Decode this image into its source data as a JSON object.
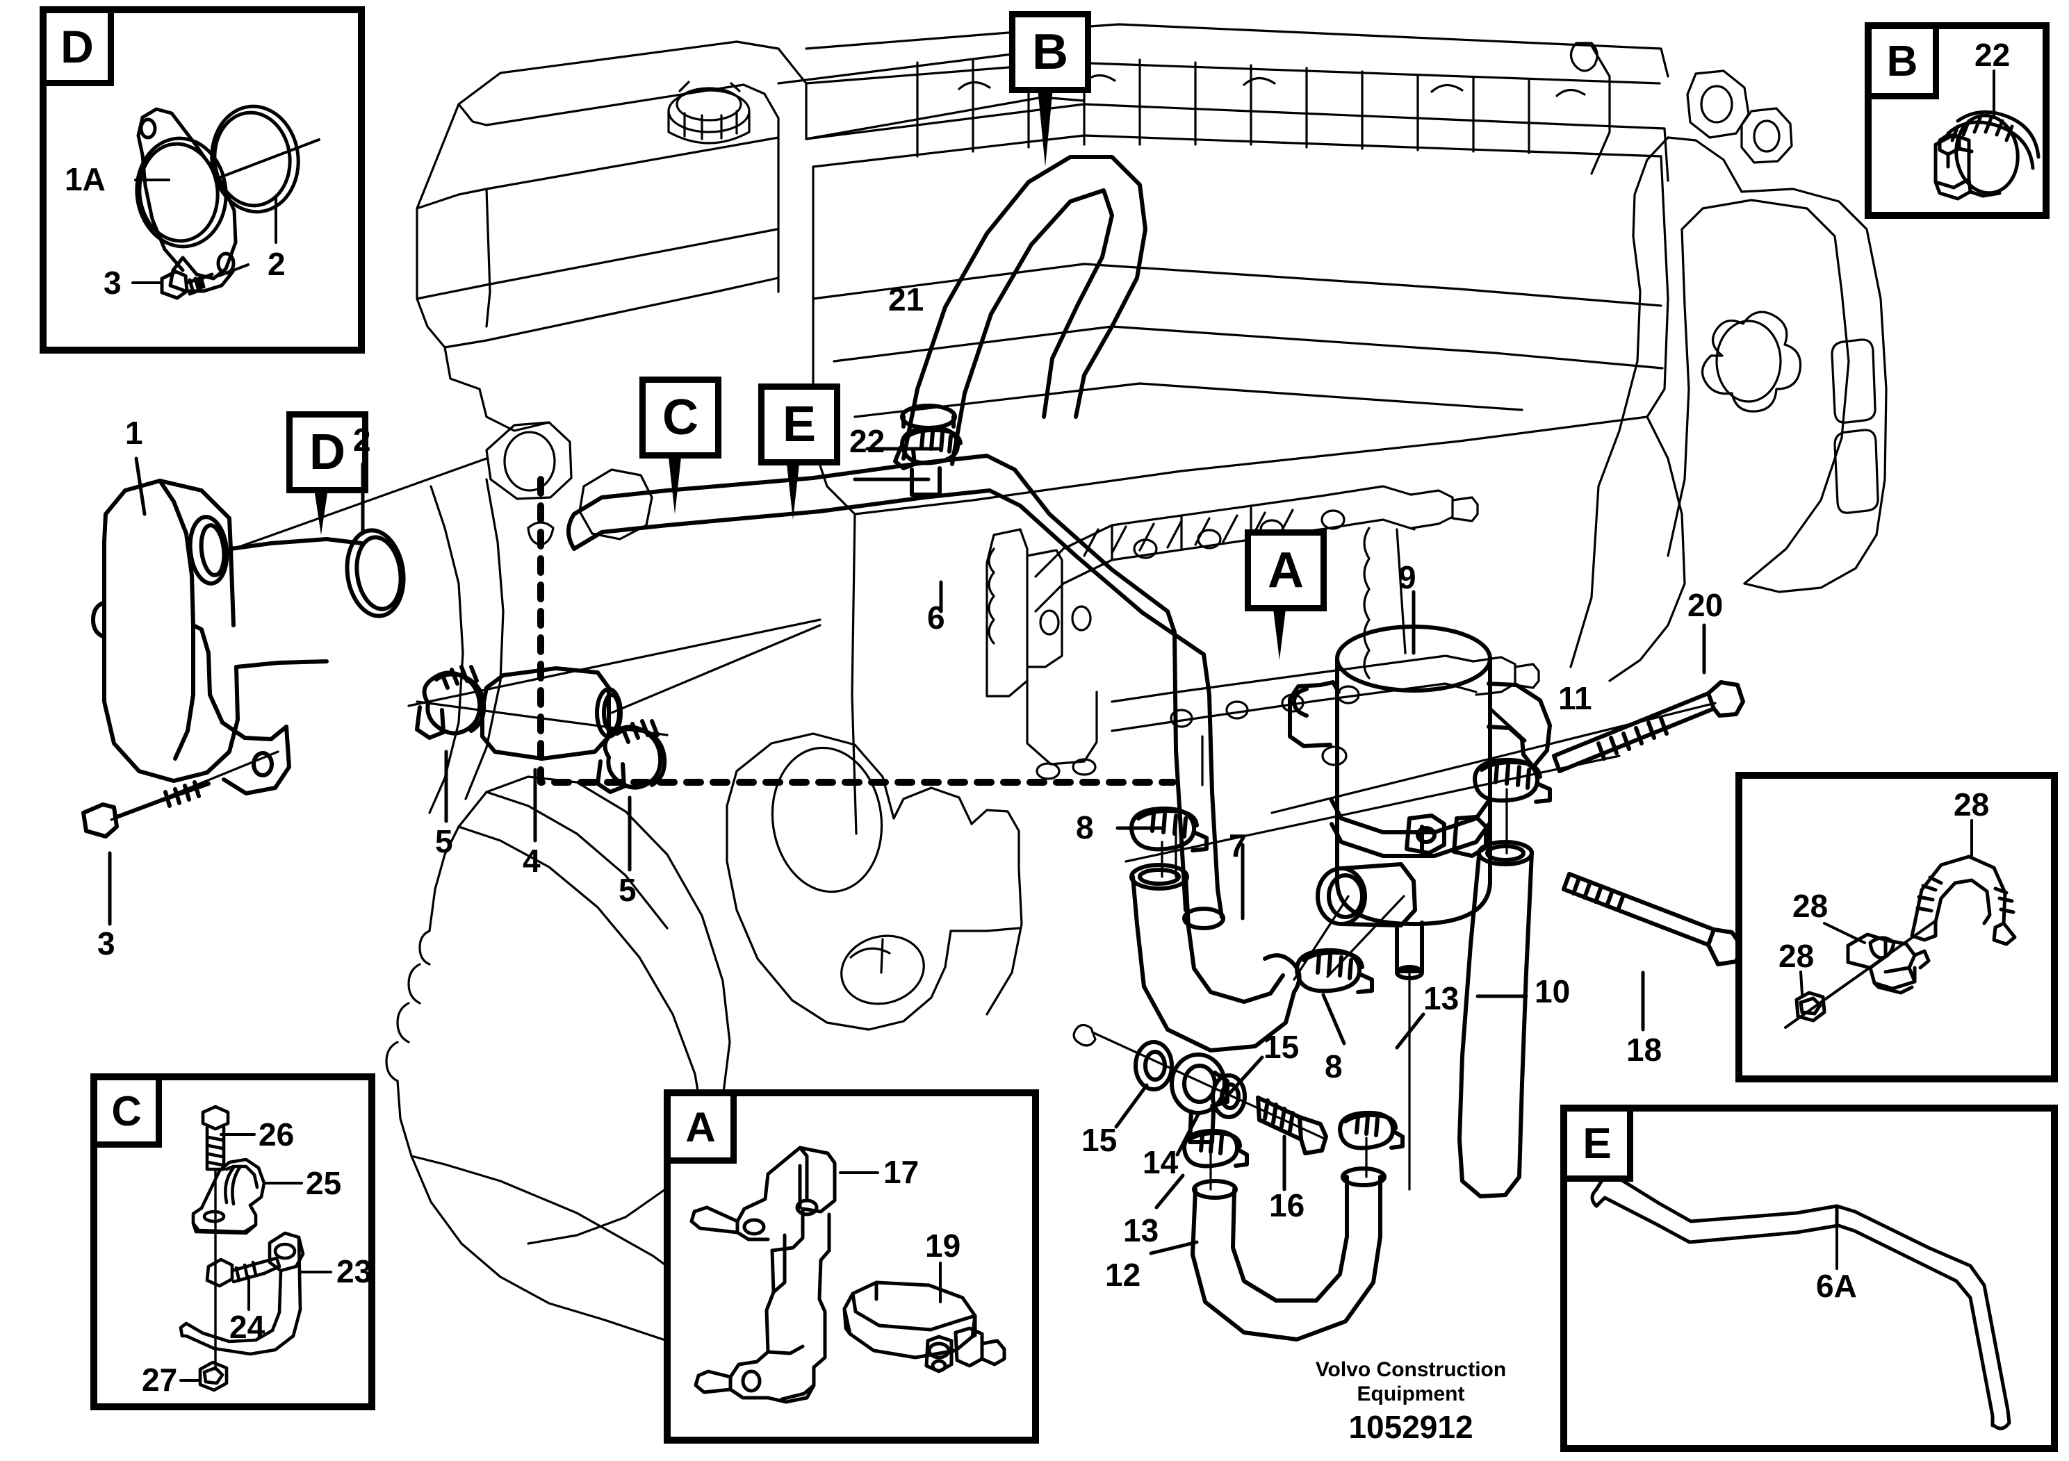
{
  "document": {
    "type": "exploded parts diagram",
    "subject": "Crankcase ventilation / breather hoses and oil separator",
    "background_color": "#ffffff",
    "line_color": "#000000"
  },
  "footer": {
    "company_line1": "Volvo Construction",
    "company_line2": "Equipment",
    "part_number": "1052912"
  },
  "detail_boxes": [
    {
      "tag": "D",
      "position": "top-left",
      "callouts": [
        {
          "id": "1A",
          "text": "1A",
          "describes": "flange / housing"
        },
        {
          "id": "2",
          "text": "2",
          "describes": "o-ring / seal"
        },
        {
          "id": "3",
          "text": "3",
          "describes": "flange bolt"
        }
      ]
    },
    {
      "tag": "B",
      "position": "top-right",
      "callouts": [
        {
          "id": "22",
          "text": "22",
          "describes": "worm-drive hose clamp"
        }
      ]
    },
    {
      "tag": "C",
      "position": "bottom-left",
      "callouts": [
        {
          "id": "26",
          "text": "26",
          "describes": "hex bolt"
        },
        {
          "id": "25",
          "text": "25",
          "describes": "rubber-lined pipe clip"
        },
        {
          "id": "24",
          "text": "24",
          "describes": "hex bolt (short)"
        },
        {
          "id": "23",
          "text": "23",
          "describes": "U-shaped bracket"
        },
        {
          "id": "27",
          "text": "27",
          "describes": "hex nut"
        }
      ]
    },
    {
      "tag": "A",
      "position": "bottom-center",
      "callouts": [
        {
          "id": "17",
          "text": "17",
          "describes": "mounting bracket"
        },
        {
          "id": "19",
          "text": "19",
          "describes": "clamp band"
        }
      ]
    },
    {
      "tag": "28",
      "position": "right-middle",
      "callouts": [
        {
          "id": "28a",
          "text": "28",
          "describes": "U-bolt"
        },
        {
          "id": "28b",
          "text": "28",
          "describes": "saddle bracket"
        },
        {
          "id": "28c",
          "text": "28",
          "describes": "nut"
        }
      ]
    },
    {
      "tag": "E",
      "position": "bottom-right",
      "callouts": [
        {
          "id": "6A",
          "text": "6A",
          "describes": "formed breather tube (alternative)"
        }
      ]
    }
  ],
  "main_callouts": [
    {
      "text": "1",
      "describes": "breather housing / cover"
    },
    {
      "text": "3",
      "describes": "bolt for breather housing"
    },
    {
      "text": "2",
      "describes": "o-ring seal"
    },
    {
      "text": "5",
      "describes": "hose clamp (upper)"
    },
    {
      "text": "4",
      "describes": "rubber connecting hose"
    },
    {
      "text": "5",
      "describes": "hose clamp (lower)"
    },
    {
      "text": "21",
      "describes": "upper breather hose"
    },
    {
      "text": "22",
      "describes": "hose clamp"
    },
    {
      "text": "6",
      "describes": "long formed breather tube"
    },
    {
      "text": "8",
      "describes": "hose clamp at elbow top"
    },
    {
      "text": "7",
      "describes": "elbow hose"
    },
    {
      "text": "8",
      "describes": "hose clamp at elbow outlet"
    },
    {
      "text": "9",
      "describes": "oil separator / catch can"
    },
    {
      "text": "11",
      "describes": "hose clamp at separator outlet"
    },
    {
      "text": "20",
      "describes": "long hex bolt (upper)"
    },
    {
      "text": "18",
      "describes": "long hex bolt (lower)"
    },
    {
      "text": "10",
      "describes": "drain hose"
    },
    {
      "text": "13",
      "describes": "hose clamp (upper drain)"
    },
    {
      "text": "13",
      "describes": "hose clamp (lower drain)"
    },
    {
      "text": "12",
      "describes": "U-shaped drain hose"
    },
    {
      "text": "15",
      "describes": "sealing washer (outer)"
    },
    {
      "text": "14",
      "describes": "banjo / hollow fitting"
    },
    {
      "text": "15",
      "describes": "sealing washer (inner)"
    },
    {
      "text": "16",
      "describes": "banjo bolt"
    }
  ],
  "section_markers": [
    {
      "letter": "B",
      "location": "top-center, points at upper breather hose"
    },
    {
      "letter": "C",
      "location": "center-left, points at engine block clip area"
    },
    {
      "letter": "E",
      "location": "center-left, points at breather tube 6"
    },
    {
      "letter": "D",
      "location": "left, points between housing 1 and seal 2"
    },
    {
      "letter": "A",
      "location": "center-right, points at oil separator mount"
    }
  ]
}
